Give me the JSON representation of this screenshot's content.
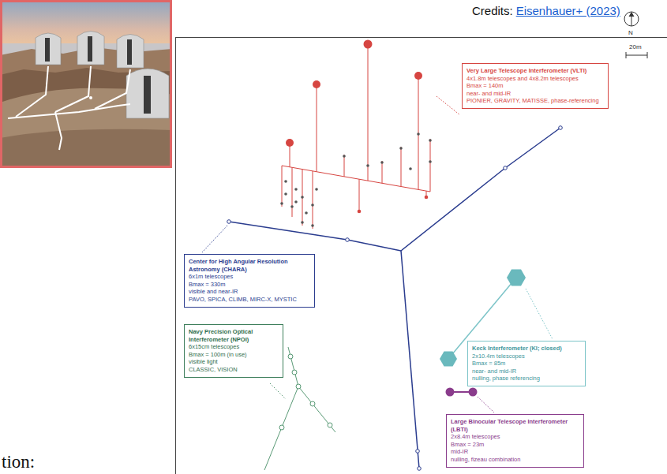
{
  "diagram": {
    "nodes": [
      {
        "text": [
          "Very Large Telescope Interferometer (VLTI)",
          "4x1.8m telescopes and 4x8.2m telescopes",
          "Bmax = 140m",
          "near- and mid-IR",
          "PIONIER, GRAVITY, MATISSE, phase-referencing"
        ]
      },
      {
        "text": [
          "Center for High Angular Resolution Astronomy (CHARA)",
          "6x1m telescopes",
          "Bmax = 330m",
          "visible and near-IR",
          "PAVO, SPICA, CLIMB, MIRC-X, MYSTIC"
        ]
      },
      {
        "text": [
          "Navy Precision Optical Interferometer (NPOI)",
          "6x15cm telescopes",
          "Bmax = 100m (in use)",
          "visible light",
          "CLASSIC, VISION"
        ]
      },
      {
        "text": [
          "Keck Interferometer (KI; closed)",
          "2x10.4m telescopes",
          "Bmax = 85m",
          "near- and mid-IR",
          "nulling, phase referencing"
        ]
      },
      {
        "text": [
          "Large Binocular Telescope Interferometer (LBTI)",
          "2x8.4m telescopes",
          "Bmax = 23m",
          "mid-IR",
          "nulling, fizeau combination"
        ]
      }
    ],
    "labels": [
      "Credits:",
      "Eisenhauer+ (2023)",
      "N",
      "20m",
      "tion:"
    ]
  }
}
